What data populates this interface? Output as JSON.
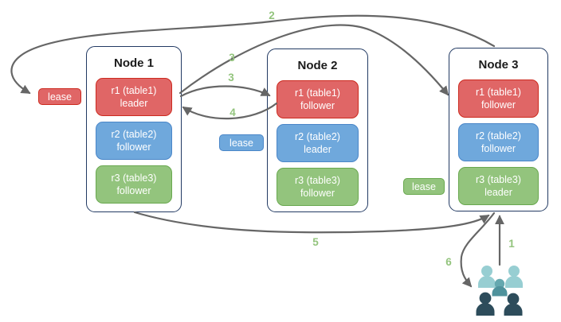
{
  "nodes": [
    {
      "title": "Node 1",
      "replicas": [
        {
          "name": "r1 (table1)",
          "role": "leader",
          "color": "#e06666"
        },
        {
          "name": "r2 (table2)",
          "role": "follower",
          "color": "#6fa8dc"
        },
        {
          "name": "r3 (table3)",
          "role": "follower",
          "color": "#93c47d"
        }
      ]
    },
    {
      "title": "Node 2",
      "replicas": [
        {
          "name": "r1 (table1)",
          "role": "follower",
          "color": "#e06666"
        },
        {
          "name": "r2 (table2)",
          "role": "leader",
          "color": "#6fa8dc"
        },
        {
          "name": "r3 (table3)",
          "role": "follower",
          "color": "#93c47d"
        }
      ]
    },
    {
      "title": "Node 3",
      "replicas": [
        {
          "name": "r1 (table1)",
          "role": "follower",
          "color": "#e06666"
        },
        {
          "name": "r2 (table2)",
          "role": "follower",
          "color": "#6fa8dc"
        },
        {
          "name": "r3 (table3)",
          "role": "leader",
          "color": "#93c47d"
        }
      ]
    }
  ],
  "leases": [
    {
      "label": "lease",
      "color": "#e06666"
    },
    {
      "label": "lease",
      "color": "#6fa8dc"
    },
    {
      "label": "lease",
      "color": "#93c47d"
    }
  ],
  "flow_labels": [
    "1",
    "2",
    "3",
    "3",
    "4",
    "5",
    "6"
  ],
  "icons": {
    "users_group": "users-group-icon"
  },
  "colors": {
    "replica_red": "#e06666",
    "replica_red_border": "#cc2a1f",
    "replica_blue": "#6fa8dc",
    "replica_blue_border": "#4a86c8",
    "replica_green": "#93c47d",
    "replica_green_border": "#69a84f",
    "node_border": "#223a63",
    "arrow": "#666666",
    "step_label": "#93c47d",
    "users_light": "#97ced2",
    "users_medium": "#4f929c",
    "users_dark": "#2d4c5b"
  }
}
